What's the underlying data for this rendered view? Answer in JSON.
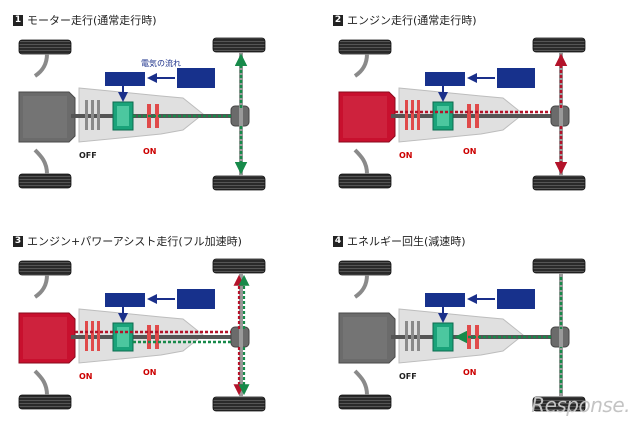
{
  "panels": [
    {
      "number": "1",
      "title": "モーター走行(通常走行時)",
      "engine_on": false,
      "flow_label": "電気の流れ",
      "labels": [
        {
          "text": "OFF",
          "state": "off"
        },
        {
          "text": "ON",
          "state": "on"
        }
      ]
    },
    {
      "number": "2",
      "title": "エンジン走行(通常走行時)",
      "engine_on": true,
      "flow_label": "",
      "labels": [
        {
          "text": "ON",
          "state": "on"
        },
        {
          "text": "ON",
          "state": "on"
        }
      ]
    },
    {
      "number": "3",
      "title": "エンジン+パワーアシスト走行(フル加速時)",
      "engine_on": true,
      "flow_label": "",
      "labels": [
        {
          "text": "ON",
          "state": "on"
        },
        {
          "text": "ON",
          "state": "on"
        }
      ]
    },
    {
      "number": "4",
      "title": "エネルギー回生(減速時)",
      "engine_on": false,
      "flow_label": "",
      "labels": [
        {
          "text": "OFF",
          "state": "off"
        },
        {
          "text": "ON",
          "state": "on"
        }
      ]
    }
  ],
  "watermark": "Response.",
  "colors": {
    "engine_on": "#c8102e",
    "engine_off": "#6b6b6b",
    "battery": "#17318c",
    "motor": "#1aa37a",
    "mechanical_flow": "#b3132a",
    "electric_flow": "#178a4a"
  }
}
